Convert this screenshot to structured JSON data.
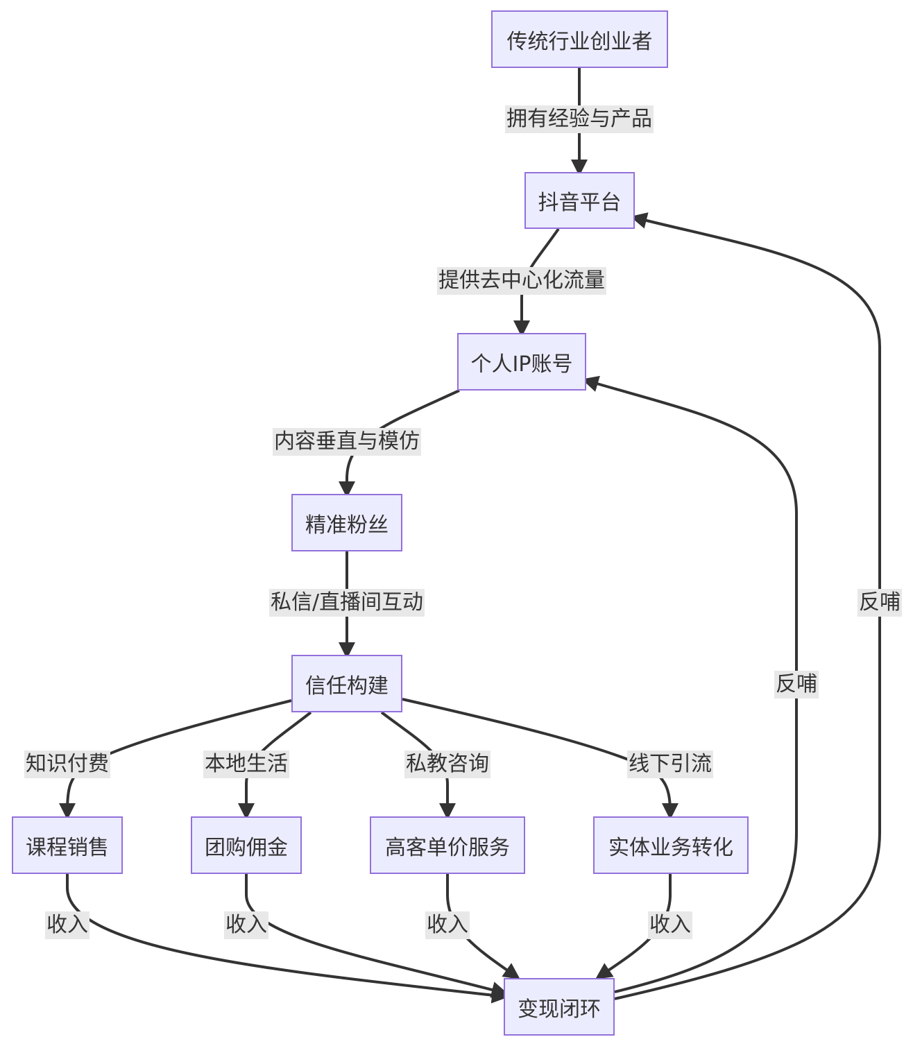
{
  "nodes": {
    "founder": "传统行业创业者",
    "douyin": "抖音平台",
    "ip_account": "个人IP账号",
    "fans": "精准粉丝",
    "trust": "信任构建",
    "course": "课程销售",
    "group_buy": "团购佣金",
    "high_price": "高客单价服务",
    "offline": "实体业务转化",
    "loop": "变现闭环"
  },
  "edges": {
    "founder_douyin": "拥有经验与产品",
    "douyin_ip": "提供去中心化流量",
    "ip_fans": "内容垂直与模仿",
    "fans_trust": "私信/直播间互动",
    "trust_course": "知识付费",
    "trust_group": "本地生活",
    "trust_high": "私教咨询",
    "trust_offline": "线下引流",
    "course_loop": "收入",
    "group_loop": "收入",
    "high_loop": "收入",
    "offline_loop": "收入",
    "loop_ip": "反哺",
    "loop_douyin": "反哺"
  },
  "colors": {
    "node_fill": "#ECECFF",
    "node_border": "#9370DB",
    "edge": "#333333",
    "label_bg": "#e8e8e8"
  }
}
